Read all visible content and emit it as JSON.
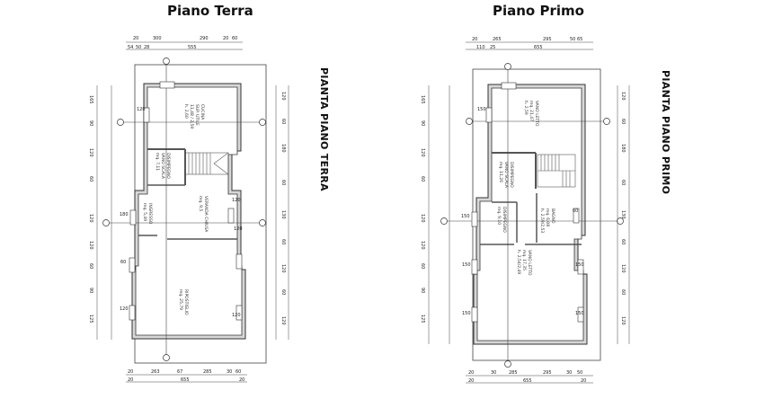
{
  "ground_floor": {
    "title": "Piano Terra",
    "side_label": "PIANTA PIANO TERRA",
    "rooms": [
      {
        "name": "CUCINA",
        "lines": [
          "SUP. UTILE",
          "11,48 / 2,59",
          "h. 2,60"
        ]
      },
      {
        "name": "DISIMPEGNO",
        "lines": [
          "VANO SCALA",
          "mq. 7,11"
        ]
      },
      {
        "name": "INGRESSO",
        "lines": [
          "mq. 5,49"
        ]
      },
      {
        "name": "VERANDA CHIUSA",
        "lines": [
          "mq. 9,5"
        ]
      },
      {
        "name": "RIPOSTIGLIO",
        "lines": [
          "mq. 25,79"
        ]
      }
    ],
    "dims_top_1": [
      "20",
      "300",
      "290",
      "20",
      "60"
    ],
    "dims_top_2": [
      "54",
      "50",
      "28",
      "555"
    ],
    "dims_bottom_1": [
      "20",
      "263",
      "67",
      "285",
      "30",
      "60"
    ],
    "dims_bottom_2": [
      "20",
      "655",
      "20"
    ],
    "dims_left": [
      "165",
      "90",
      "120",
      "60",
      "120",
      "120",
      "60",
      "90",
      "125"
    ],
    "dims_right": [
      "120",
      "60",
      "180",
      "60",
      "130",
      "60",
      "120",
      "60",
      "120"
    ],
    "window_marks": [
      "120",
      "180",
      "60",
      "120",
      "120",
      "120",
      "120"
    ]
  },
  "first_floor": {
    "title": "Piano Primo",
    "side_label": "PIANTA PIANO PRIMO",
    "rooms": [
      {
        "name": "VANO LETTO",
        "lines": [
          "mq. 21,47",
          "h. 2,59"
        ]
      },
      {
        "name": "DISIMPEGNO",
        "lines": [
          "VANO SCALA",
          "mq. 11,26"
        ]
      },
      {
        "name": "DISIMPEGNO",
        "lines": [
          "mq. 9,10"
        ]
      },
      {
        "name": "BAGNO",
        "lines": [
          "mq. 6,08",
          "h. 2,59/2,53"
        ]
      },
      {
        "name": "VANO LETTO",
        "lines": [
          "mq. 17,35",
          "h. 2,54/2,49"
        ]
      }
    ],
    "dims_top_1": [
      "20",
      "265",
      "295",
      "50",
      "65"
    ],
    "dims_top_2": [
      "110",
      "25",
      "655"
    ],
    "dims_bottom_1": [
      "20",
      "30",
      "285",
      "295",
      "30",
      "50"
    ],
    "dims_bottom_2": [
      "20",
      "655",
      "20"
    ],
    "dims_left": [
      "165",
      "90",
      "120",
      "60",
      "120",
      "120",
      "60",
      "90",
      "125"
    ],
    "dims_right": [
      "120",
      "60",
      "180",
      "60",
      "130",
      "60",
      "120",
      "60",
      "120"
    ],
    "window_marks": [
      "150",
      "150",
      "150",
      "150",
      "60",
      "150",
      "150"
    ]
  }
}
